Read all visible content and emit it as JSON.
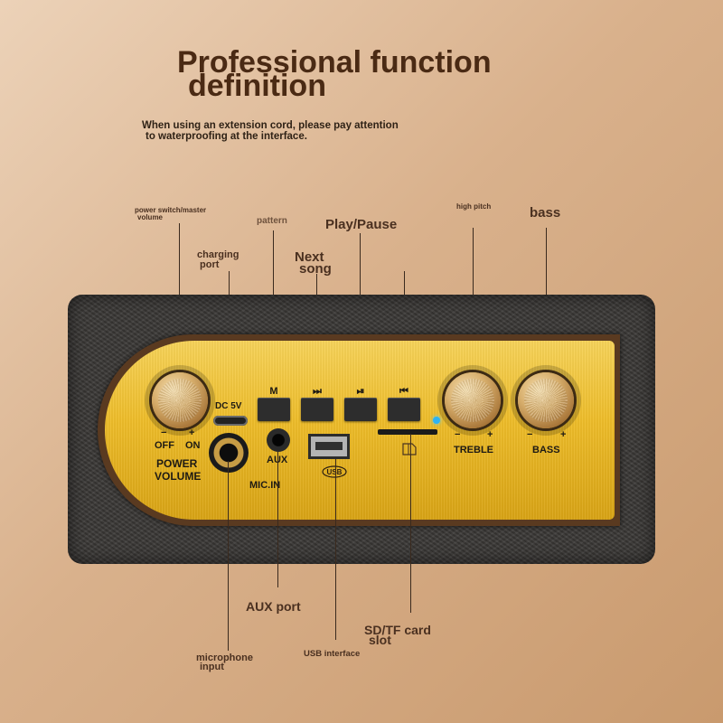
{
  "header": {
    "title_line1": "Professional function",
    "title_line2": "definition",
    "note_line1": "When using an extension cord, please pay attention",
    "note_line2": "to waterproofing at the interface."
  },
  "callouts": {
    "power_line1": "power switch/master",
    "power_line2": "volume",
    "charging_line1": "charging",
    "charging_line2": "port",
    "pattern": "pattern",
    "next_line1": "Next",
    "next_line2": "song",
    "play_pause": "Play/Pause",
    "high_pitch": "high pitch",
    "bass": "bass",
    "aux_port": "AUX port",
    "sd_line1": "SD/TF card",
    "sd_line2": "slot",
    "usb_interface": "USB interface",
    "mic_line1": "microphone",
    "mic_line2": "input"
  },
  "panel": {
    "dc": "DC 5V",
    "minus": "−",
    "plus": "+",
    "off": "OFF",
    "on": "ON",
    "power": "POWER",
    "volume": "VOLUME",
    "aux": "AUX",
    "mic_in": "MIC.IN",
    "mode_btn": "M",
    "next_icon": "⏭",
    "play_icon": "⏯",
    "prev_icon": "⏮",
    "treble": "TREBLE",
    "bass": "BASS",
    "usb_logo": "USB"
  },
  "icons": [
    "next-track-icon",
    "play-pause-icon",
    "previous-track-icon",
    "usb-icon",
    "sd-card-icon"
  ],
  "colors": {
    "plate": "#eebd2a",
    "led": "#2fb3f2",
    "title": "#4a2a14"
  }
}
